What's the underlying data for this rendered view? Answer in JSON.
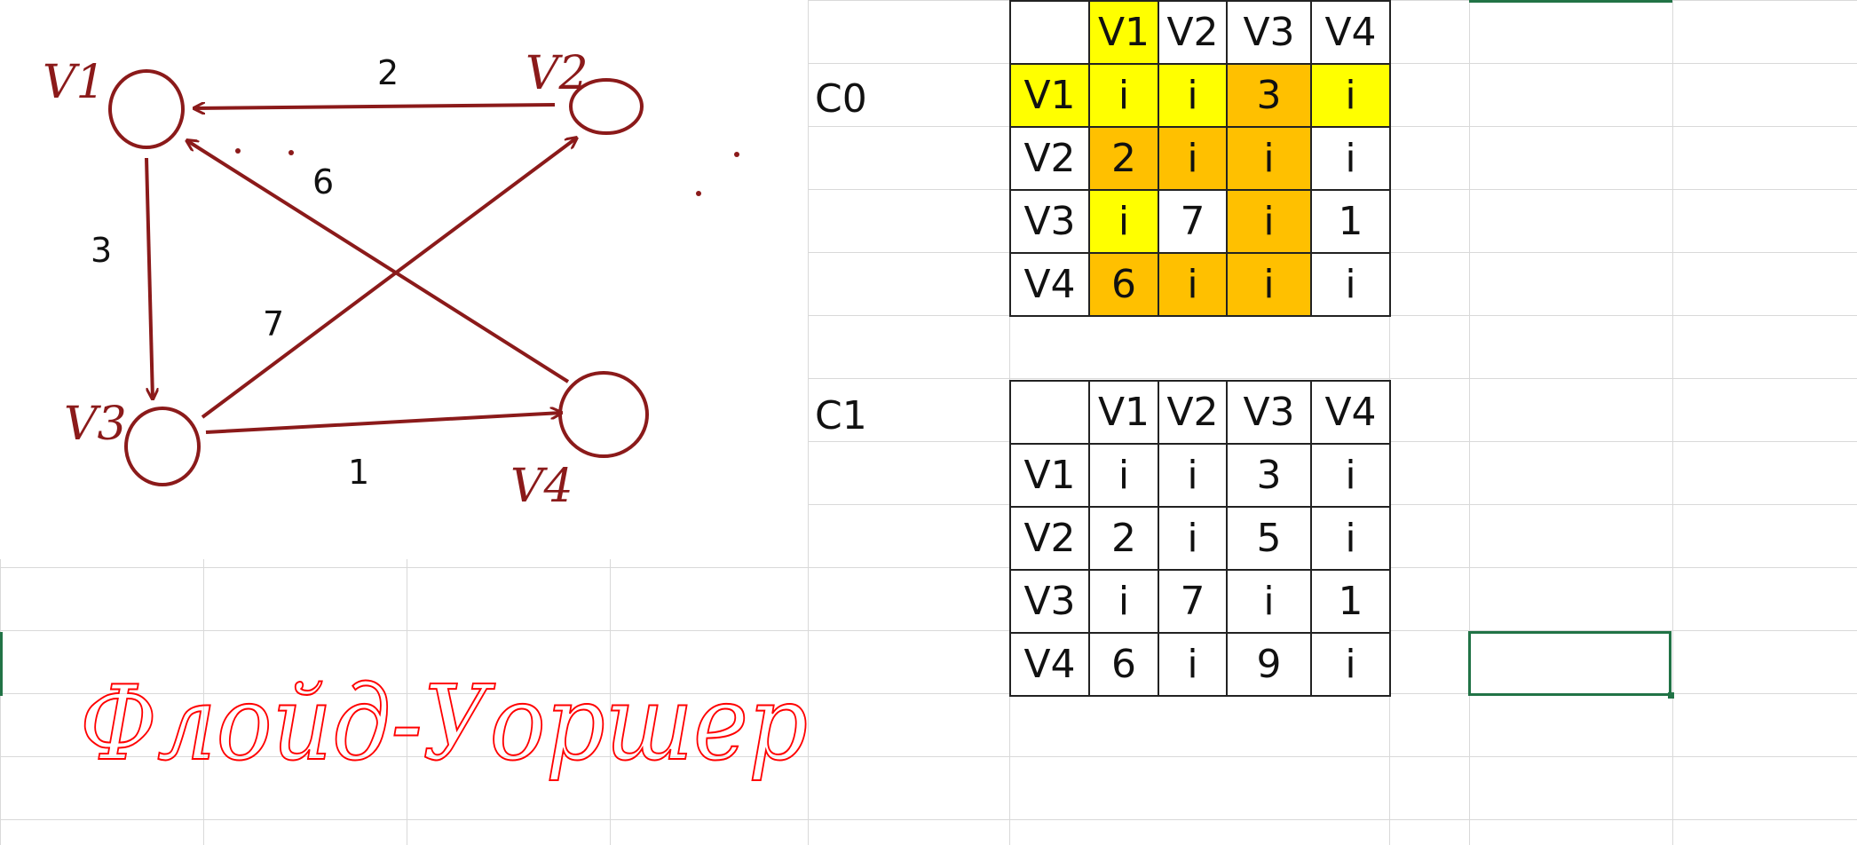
{
  "graph": {
    "vertices": [
      {
        "id": "v1",
        "label": "V1"
      },
      {
        "id": "v2",
        "label": "V2"
      },
      {
        "id": "v3",
        "label": "V3"
      },
      {
        "id": "v4",
        "label": "V4"
      }
    ],
    "edges": [
      {
        "from": "V2",
        "to": "V1",
        "weight": "2"
      },
      {
        "from": "V1",
        "to": "V3",
        "weight": "3"
      },
      {
        "from": "V3",
        "to": "V2",
        "weight": "7"
      },
      {
        "from": "V3",
        "to": "V4",
        "weight": "1"
      },
      {
        "from": "V4",
        "to": "V1",
        "weight": "6"
      }
    ],
    "stroke_color": "#8b1a1a",
    "weight_color": "#111111"
  },
  "handwritten_title": "Флойд-Уоршер",
  "handwritten_color": "#ff0000",
  "tables": {
    "c0": {
      "label": "C0",
      "header": [
        "",
        "V1",
        "V2",
        "V3",
        "V4"
      ],
      "rows": [
        [
          "V1",
          "i",
          "i",
          "3",
          "i"
        ],
        [
          "V2",
          "2",
          "i",
          "i",
          "i"
        ],
        [
          "V3",
          "i",
          "7",
          "i",
          "1"
        ],
        [
          "V4",
          "6",
          "i",
          "i",
          "i"
        ]
      ]
    },
    "c1": {
      "label": "C1",
      "header": [
        "",
        "V1",
        "V2",
        "V3",
        "V4"
      ],
      "rows": [
        [
          "V1",
          "i",
          "i",
          "3",
          "i"
        ],
        [
          "V2",
          "2",
          "i",
          "5",
          "i"
        ],
        [
          "V3",
          "i",
          "7",
          "i",
          "1"
        ],
        [
          "V4",
          "6",
          "i",
          "9",
          "i"
        ]
      ]
    }
  },
  "colors": {
    "highlight_yellow": "#ffff00",
    "highlight_orange": "#ffc000",
    "selection": "#217346",
    "gridline": "#d9d9d9"
  }
}
